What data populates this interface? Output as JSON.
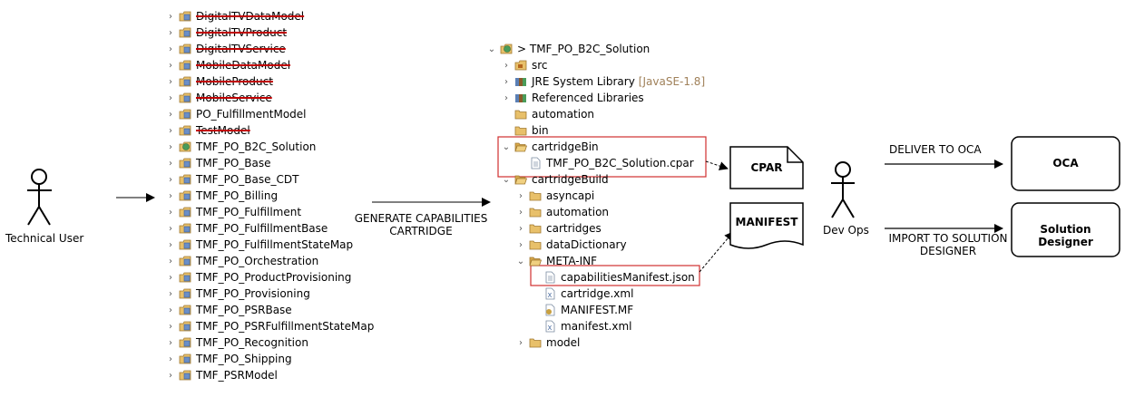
{
  "actors": {
    "technical_user": "Technical User",
    "dev_ops": "Dev Ops"
  },
  "left_tree": [
    {
      "label": "DigitalTVDataModel",
      "icon": "project-icon",
      "struck": true
    },
    {
      "label": "DigitalTVProduct",
      "icon": "project-icon",
      "struck": true
    },
    {
      "label": "DigitalTVService",
      "icon": "project-icon",
      "struck": true
    },
    {
      "label": "MobileDataModel",
      "icon": "project-icon",
      "struck": true
    },
    {
      "label": "MobileProduct",
      "icon": "project-icon",
      "struck": true
    },
    {
      "label": "MobileService",
      "icon": "project-icon",
      "struck": true
    },
    {
      "label": "PO_FulfillmentModel",
      "icon": "project-icon",
      "struck": false
    },
    {
      "label": "TestModel",
      "icon": "project-icon",
      "struck": true
    },
    {
      "label": "TMF_PO_B2C_Solution",
      "icon": "solution-project-icon",
      "struck": false
    },
    {
      "label": "TMF_PO_Base",
      "icon": "project-icon",
      "struck": false
    },
    {
      "label": "TMF_PO_Base_CDT",
      "icon": "project-icon",
      "struck": false
    },
    {
      "label": "TMF_PO_Billing",
      "icon": "project-icon",
      "struck": false
    },
    {
      "label": "TMF_PO_Fulfillment",
      "icon": "project-icon",
      "struck": false
    },
    {
      "label": "TMF_PO_FulfillmentBase",
      "icon": "project-icon",
      "struck": false
    },
    {
      "label": "TMF_PO_FulfillmentStateMap",
      "icon": "project-icon",
      "struck": false
    },
    {
      "label": "TMF_PO_Orchestration",
      "icon": "project-icon",
      "struck": false
    },
    {
      "label": "TMF_PO_ProductProvisioning",
      "icon": "project-icon",
      "struck": false
    },
    {
      "label": "TMF_PO_Provisioning",
      "icon": "project-icon",
      "struck": false
    },
    {
      "label": "TMF_PO_PSRBase",
      "icon": "project-icon",
      "struck": false
    },
    {
      "label": "TMF_PO_PSRFulfillmentStateMap",
      "icon": "project-icon",
      "struck": false
    },
    {
      "label": "TMF_PO_Recognition",
      "icon": "project-icon",
      "struck": false
    },
    {
      "label": "TMF_PO_Shipping",
      "icon": "project-icon",
      "struck": false
    },
    {
      "label": "TMF_PSRModel",
      "icon": "project-icon",
      "struck": false
    }
  ],
  "generate_label": [
    "GENERATE CAPABILITIES",
    "CARTRIDGE"
  ],
  "right_tree": [
    {
      "label": "> TMF_PO_B2C_Solution",
      "icon": "solution-project-icon",
      "chev": "⌄",
      "indent": 0
    },
    {
      "label": "src",
      "icon": "package-folder-icon",
      "chev": "›",
      "indent": 1
    },
    {
      "label": "JRE System Library",
      "suffix": "[JavaSE-1.8]",
      "icon": "library-icon",
      "chev": "›",
      "indent": 1
    },
    {
      "label": "Referenced Libraries",
      "icon": "library-icon",
      "chev": "›",
      "indent": 1
    },
    {
      "label": "automation",
      "icon": "folder-icon",
      "chev": "",
      "indent": 1
    },
    {
      "label": "bin",
      "icon": "folder-icon",
      "chev": "",
      "indent": 1
    },
    {
      "label": "cartridgeBin",
      "icon": "open-folder-icon",
      "chev": "⌄",
      "indent": 1
    },
    {
      "label": "TMF_PO_B2C_Solution.cpar",
      "icon": "file-icon",
      "chev": "",
      "indent": 2
    },
    {
      "label": "cartridgeBuild",
      "icon": "open-folder-icon",
      "chev": "⌄",
      "indent": 1
    },
    {
      "label": "asyncapi",
      "icon": "folder-icon",
      "chev": "›",
      "indent": 2
    },
    {
      "label": "automation",
      "icon": "folder-icon",
      "chev": "›",
      "indent": 2
    },
    {
      "label": "cartridges",
      "icon": "folder-icon",
      "chev": "›",
      "indent": 2
    },
    {
      "label": "dataDictionary",
      "icon": "folder-icon",
      "chev": "›",
      "indent": 2
    },
    {
      "label": "META-INF",
      "icon": "open-folder-icon",
      "chev": "⌄",
      "indent": 2
    },
    {
      "label": "capabilitiesManifest.json",
      "icon": "file-icon",
      "chev": "",
      "indent": 3
    },
    {
      "label": "cartridge.xml",
      "icon": "xml-file-icon",
      "chev": "",
      "indent": 3
    },
    {
      "label": "MANIFEST.MF",
      "icon": "manifest-file-icon",
      "chev": "",
      "indent": 3
    },
    {
      "label": "manifest.xml",
      "icon": "xml-file-icon",
      "chev": "",
      "indent": 3
    },
    {
      "label": "model",
      "icon": "folder-icon",
      "chev": "›",
      "indent": 2
    }
  ],
  "docs": {
    "cpar": "CPAR",
    "manifest": "MANIFEST"
  },
  "arrows": {
    "deliver": "DELIVER TO OCA",
    "import": [
      "IMPORT TO SOLUTION",
      "DESIGNER"
    ]
  },
  "targets": {
    "oca": "OCA",
    "solution_designer": "Solution Designer"
  },
  "colors": {
    "strike": "#c00000",
    "highlight_box": "#d03030",
    "decorator": "#a0815a"
  }
}
